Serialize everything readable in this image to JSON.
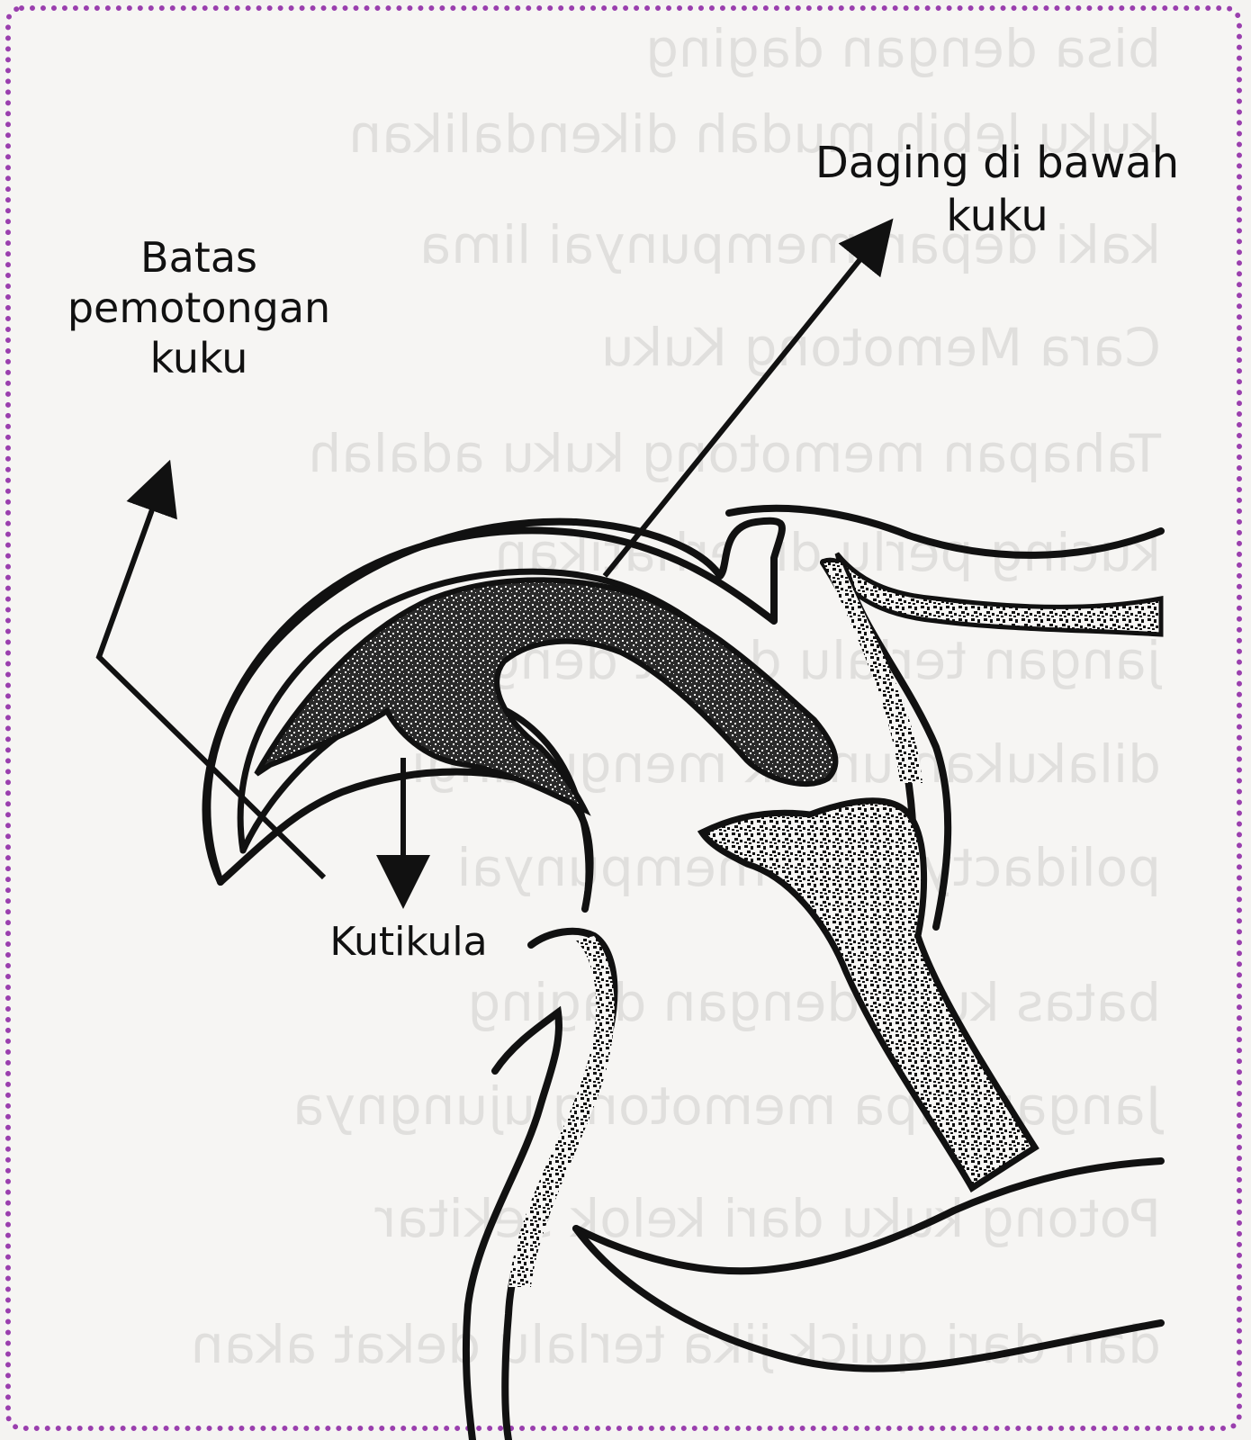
{
  "diagram": {
    "labels": {
      "cut_limit": [
        "Batas",
        "pemotongan",
        "kuku"
      ],
      "quick": [
        "Daging di bawah",
        "kuku"
      ],
      "cuticle": "Kutikula"
    },
    "background_text": [
      "bisa dengan daging",
      "kuku lebih mudah dikendalikan",
      "kaki depan mempunyai lima",
      "Cara Memotong Kuku",
      "Tahapan memotong kuku adalah",
      "kucing perlu diperhatikan",
      "jangan terlalu dekat dengan",
      "dilakukan untuk mengurangi",
      "polidactyl bisa mempunyai",
      "batas kuku dengan daging",
      "Jangan lupa memotong ujungnya",
      "Potong kuku dari kelok sekitar",
      "dan dari quick jika terlalu dekat akan"
    ],
    "colors": {
      "border": "#9a3fae",
      "ink": "#111111",
      "paper": "#f6f5f3"
    }
  }
}
